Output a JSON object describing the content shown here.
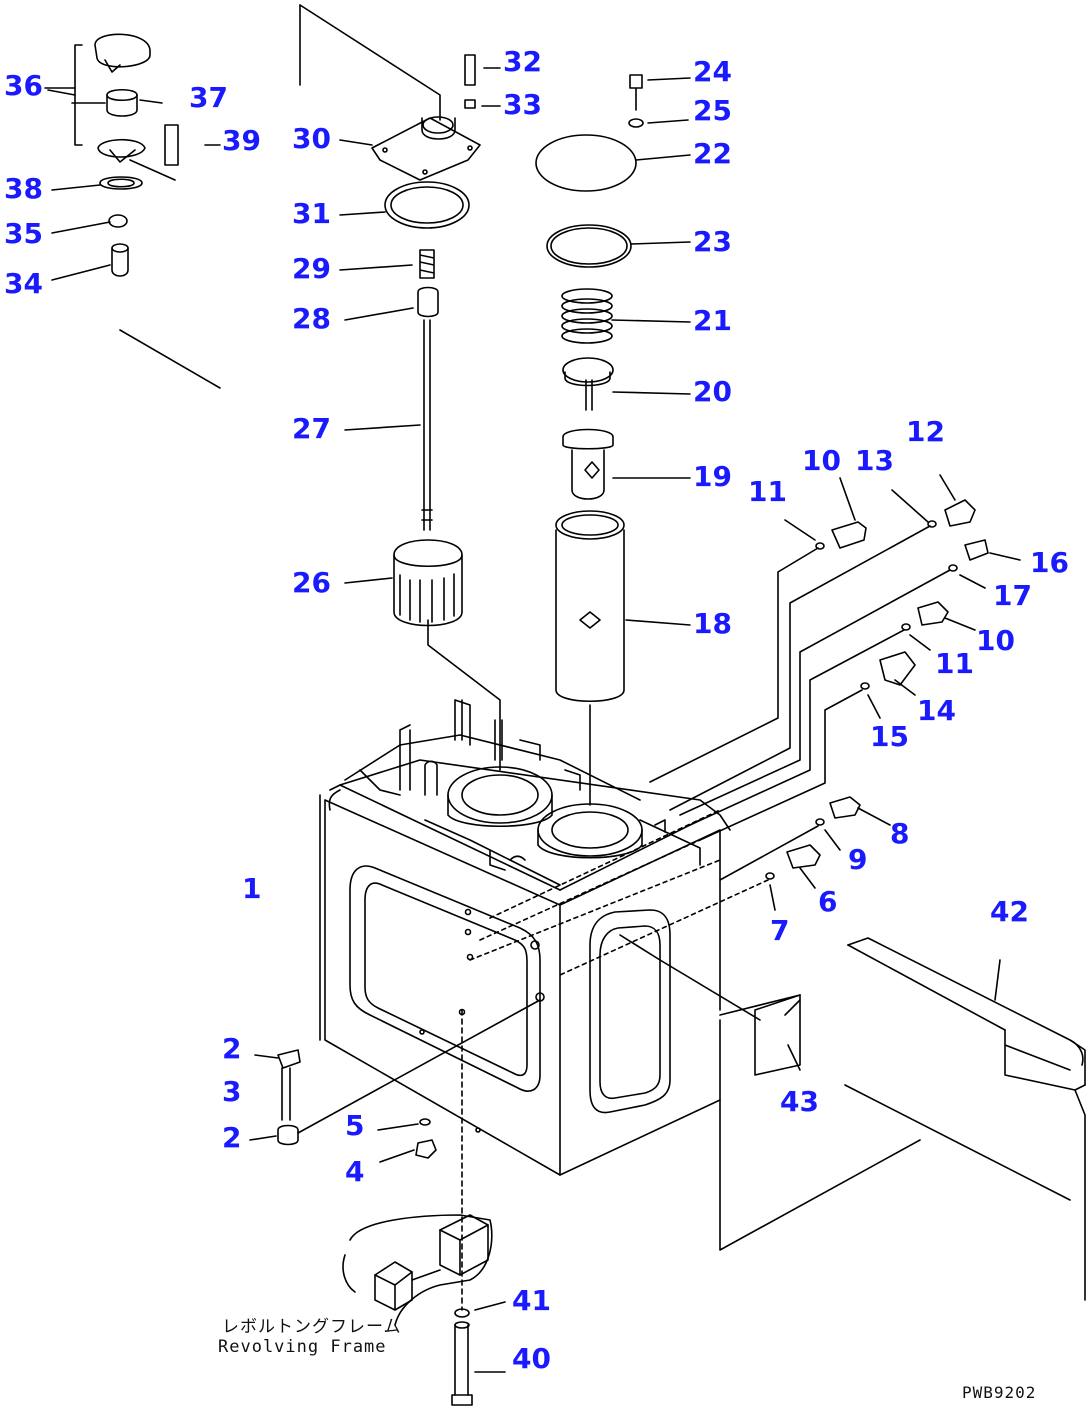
{
  "diagram": {
    "parts": [
      {
        "id": "1",
        "label": "1"
      },
      {
        "id": "2a",
        "label": "2"
      },
      {
        "id": "2b",
        "label": "2"
      },
      {
        "id": "3",
        "label": "3"
      },
      {
        "id": "4",
        "label": "4"
      },
      {
        "id": "5",
        "label": "5"
      },
      {
        "id": "6",
        "label": "6"
      },
      {
        "id": "7",
        "label": "7"
      },
      {
        "id": "8",
        "label": "8"
      },
      {
        "id": "9",
        "label": "9"
      },
      {
        "id": "10a",
        "label": "10"
      },
      {
        "id": "10b",
        "label": "10"
      },
      {
        "id": "11a",
        "label": "11"
      },
      {
        "id": "11b",
        "label": "11"
      },
      {
        "id": "12",
        "label": "12"
      },
      {
        "id": "13",
        "label": "13"
      },
      {
        "id": "14",
        "label": "14"
      },
      {
        "id": "15",
        "label": "15"
      },
      {
        "id": "16",
        "label": "16"
      },
      {
        "id": "17",
        "label": "17"
      },
      {
        "id": "18",
        "label": "18"
      },
      {
        "id": "19",
        "label": "19"
      },
      {
        "id": "20",
        "label": "20"
      },
      {
        "id": "21",
        "label": "21"
      },
      {
        "id": "22",
        "label": "22"
      },
      {
        "id": "23",
        "label": "23"
      },
      {
        "id": "24",
        "label": "24"
      },
      {
        "id": "25",
        "label": "25"
      },
      {
        "id": "26",
        "label": "26"
      },
      {
        "id": "27",
        "label": "27"
      },
      {
        "id": "28",
        "label": "28"
      },
      {
        "id": "29",
        "label": "29"
      },
      {
        "id": "30",
        "label": "30"
      },
      {
        "id": "31",
        "label": "31"
      },
      {
        "id": "32",
        "label": "32"
      },
      {
        "id": "33",
        "label": "33"
      },
      {
        "id": "34",
        "label": "34"
      },
      {
        "id": "35",
        "label": "35"
      },
      {
        "id": "36",
        "label": "36"
      },
      {
        "id": "37",
        "label": "37"
      },
      {
        "id": "38",
        "label": "38"
      },
      {
        "id": "39",
        "label": "39"
      },
      {
        "id": "40",
        "label": "40"
      },
      {
        "id": "41",
        "label": "41"
      },
      {
        "id": "42",
        "label": "42"
      },
      {
        "id": "43",
        "label": "43"
      }
    ],
    "callout_color": "#1a1aff",
    "line_color": "#000000",
    "caption_jp": "レボルトングフレーム",
    "caption_en": "Revolving Frame",
    "drawing_code": "PWB9202"
  }
}
